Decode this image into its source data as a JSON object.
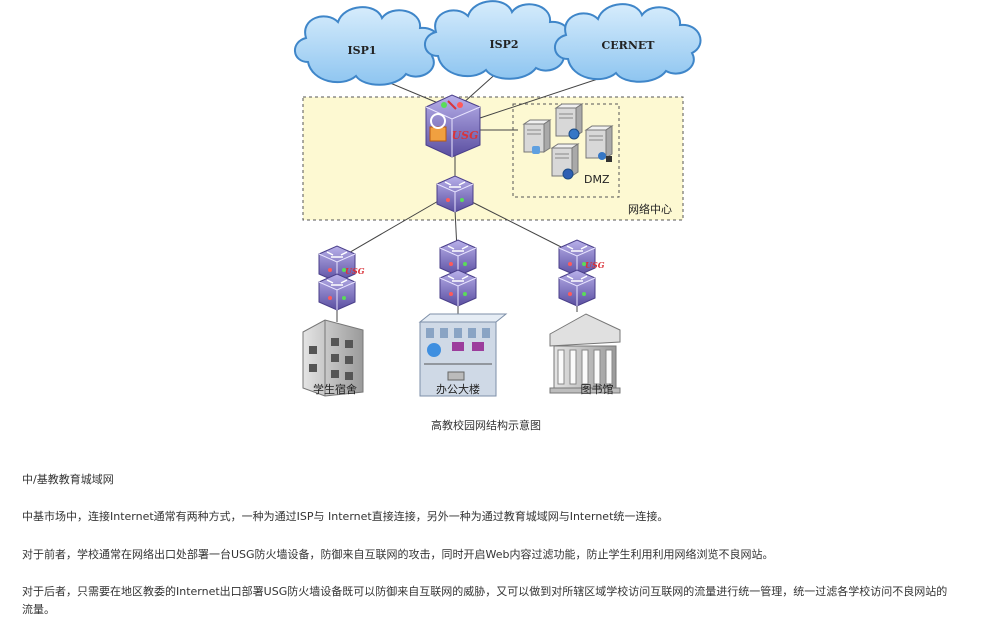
{
  "figure": {
    "clouds": [
      "ISP1",
      "ISP2",
      "CERNET"
    ],
    "firewall_label": "USG",
    "dmz_label": "DMZ",
    "network_center_label": "网络中心",
    "buildings": [
      "学生宿舍",
      "办公大楼",
      "图书馆"
    ],
    "caption": "高教校园网结构示意图"
  },
  "article": {
    "heading": "中/基教教育城域网",
    "paragraphs": [
      "中基市场中，连接Internet通常有两种方式，一种为通过ISP与 Internet直接连接，另外一种为通过教育城域网与Internet统一连接。",
      "对于前者，学校通常在网络出口处部署一台USG防火墙设备，防御来自互联网的攻击，同时开启Web内容过滤功能，防止学生利用利用网络浏览不良网站。",
      "对于后者，只需要在地区教委的Internet出口部署USG防火墙设备既可以防御来自互联网的威胁，又可以做到对所辖区域学校访问互联网的流量进行统一管理，统一过滤各学校访问不良网站的流量。"
    ]
  },
  "colors": {
    "cloud_fill": "#a9d4f5",
    "cloud_stroke": "#3f86c9",
    "zone_fill": "#fdf9d2",
    "device_fill": "#8a7fc8",
    "device_dark": "#5d4fa3",
    "usg_red": "#d9343b"
  }
}
